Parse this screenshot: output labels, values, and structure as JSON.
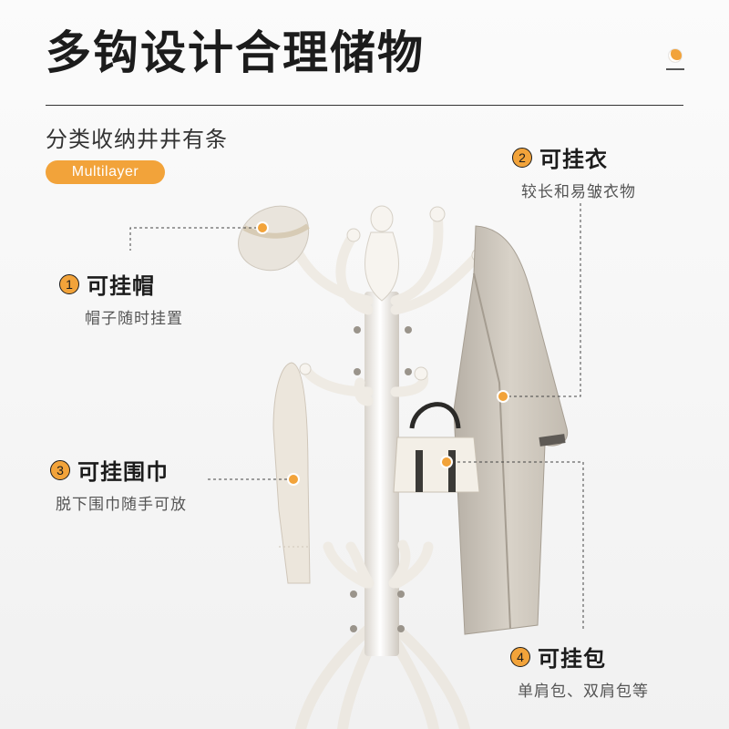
{
  "title": "多钩设计合理储物",
  "subtitle": "分类收纳井井有条",
  "badge": "Multilayer",
  "callouts": [
    {
      "num": "1",
      "title": "可挂帽",
      "desc": "帽子随时挂置"
    },
    {
      "num": "2",
      "title": "可挂衣",
      "desc": "较长和易皱衣物"
    },
    {
      "num": "3",
      "title": "可挂围巾",
      "desc": "脱下围巾随手可放"
    },
    {
      "num": "4",
      "title": "可挂包",
      "desc": "单肩包、双肩包等"
    }
  ],
  "colors": {
    "accent": "#f2a33a",
    "text": "#1c1c1c",
    "rack": "#f4f1ec"
  },
  "icons": [
    "marker-dot-icon",
    "hat",
    "coat",
    "scarf",
    "handbag",
    "coat-rack"
  ]
}
